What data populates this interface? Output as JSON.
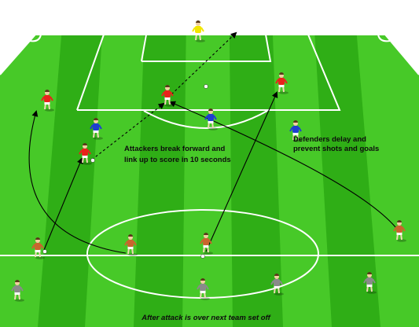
{
  "captions": {
    "attackers_line1": "Attackers break forward and",
    "attackers_line2": "link up to score in 10 seconds",
    "defenders_line1": "Defenders delay and",
    "defenders_line2": "prevent shots and goals",
    "bottom": "After attack is over next team set off"
  },
  "colors": {
    "pitch_light": "#47c928",
    "pitch_dark": "#2fae16",
    "lines": "#ffffff",
    "red_team": "#e8231b",
    "blue_team": "#1f3fd0",
    "orange_team": "#c9652e",
    "grey_team": "#8a8a8a",
    "goalkeeper": "#f2e600",
    "arrow": "#000000"
  },
  "players": {
    "goalkeeper": "goalkeeper",
    "attackers": [
      "red",
      "red",
      "red",
      "red"
    ],
    "defenders": [
      "blue",
      "blue",
      "blue"
    ],
    "next_team": [
      "orange",
      "orange",
      "orange",
      "orange"
    ],
    "waiting_team": [
      "grey",
      "grey",
      "grey",
      "grey"
    ]
  },
  "icons": {
    "ball": "soccer-ball-icon",
    "arrow": "arrow-icon"
  }
}
